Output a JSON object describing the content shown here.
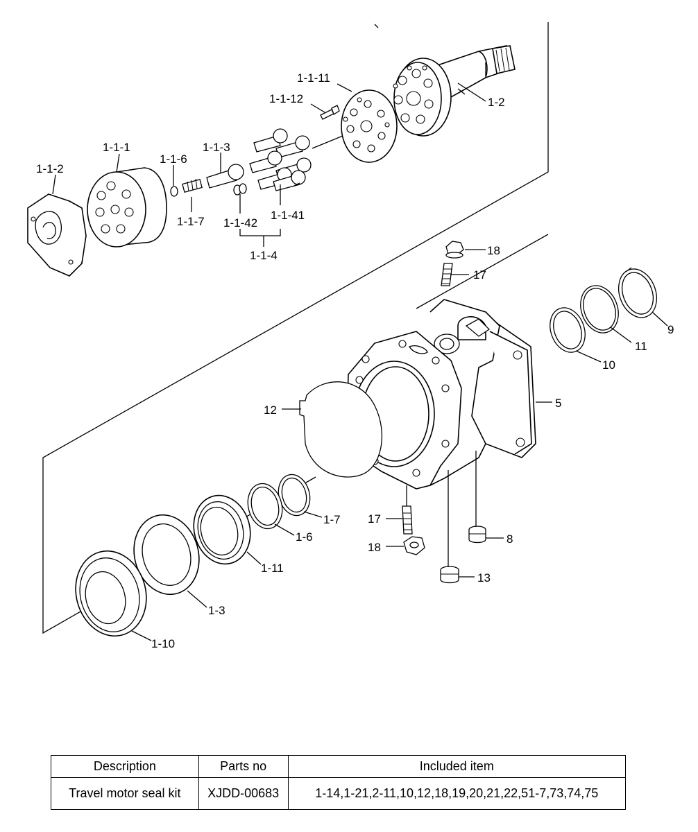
{
  "diagram": {
    "labels": {
      "p_1_1_11": "1-1-11",
      "p_1_1_12": "1-1-12",
      "p_1_2": "1-2",
      "p_1_1_1": "1-1-1",
      "p_1_1_3": "1-1-3",
      "p_1_1_6": "1-1-6",
      "p_1_1_2": "1-1-2",
      "p_1_1_7": "1-1-7",
      "p_1_1_42": "1-1-42",
      "p_1_1_41": "1-1-41",
      "p_1_1_4": "1-1-4",
      "p_18_top": "18",
      "p_17_top": "17",
      "p_9": "9",
      "p_11": "11",
      "p_10": "10",
      "p_5": "5",
      "p_12": "12",
      "p_1_7": "1-7",
      "p_1_6": "1-6",
      "p_17_bottom": "17",
      "p_18_bottom": "18",
      "p_8": "8",
      "p_1_11": "1-11",
      "p_13": "13",
      "p_1_3": "1-3",
      "p_1_10": "1-10"
    }
  },
  "kit_table": {
    "headers": {
      "description": "Description",
      "parts_no": "Parts no",
      "included_item": "Included item"
    },
    "rows": [
      {
        "description": "Travel motor seal kit",
        "parts_no": "XJDD-00683",
        "included_item": "1-14,1-21,2-11,10,12,18,19,20,21,22,51-7,73,74,75"
      }
    ]
  }
}
